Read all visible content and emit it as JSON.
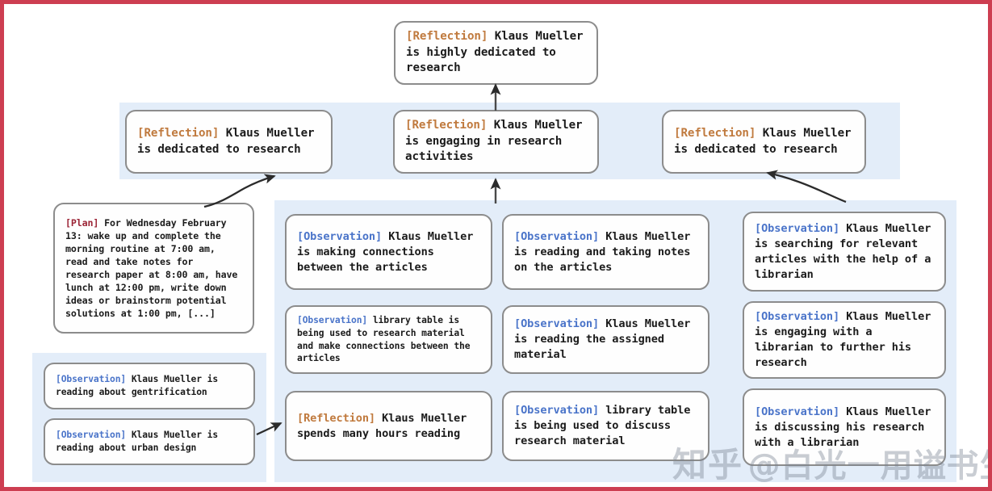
{
  "frame": {
    "border_color": "#cd3e51",
    "band_color": "#e3edf9",
    "node_border_color": "#8c8c8c",
    "node_fill_color": "#fefefe"
  },
  "tags": {
    "reflection": "[Reflection]",
    "observation": "[Observation]",
    "plan": "[Plan]",
    "reflection_color": "#c07a3e",
    "observation_color": "#4a74c9",
    "plan_color": "#9b2335"
  },
  "nodes": {
    "root_reflection": {
      "tag": "[Reflection]",
      "text": " Klaus Mueller is highly dedicated to research"
    },
    "reflection_left": {
      "tag": "[Reflection]",
      "text": " Klaus Mueller is dedicated to research"
    },
    "reflection_center": {
      "tag": "[Reflection]",
      "text": " Klaus Mueller is engaging in research activities"
    },
    "reflection_right": {
      "tag": "[Reflection]",
      "text": " Klaus Mueller is dedicated to research"
    },
    "plan_box": {
      "tag": "[Plan]",
      "text": " For Wednesday February 13: wake up and complete the morning routine at 7:00 am, read and take notes for research paper at 8:00 am, have lunch at 12:00 pm, write down ideas or brainstorm potential solutions at 1:00 pm, [...]"
    },
    "obs_bottomleft_1": {
      "tag": "[Observation]",
      "text": " Klaus Mueller is reading about gentrification"
    },
    "obs_bottomleft_2": {
      "tag": "[Observation]",
      "text": " Klaus Mueller is reading about urban design"
    },
    "col1_obs_1": {
      "tag": "[Observation]",
      "text": " Klaus Mueller is making connections between the articles"
    },
    "col1_obs_2": {
      "tag": "[Observation]",
      "text": " library table is being used to research material and make connections between the articles"
    },
    "col1_reflection": {
      "tag": "[Reflection]",
      "text": " Klaus Mueller spends many hours reading"
    },
    "col2_obs_1": {
      "tag": "[Observation]",
      "text": " Klaus Mueller is reading and taking notes on the articles"
    },
    "col2_obs_2": {
      "tag": "[Observation]",
      "text": " Klaus Mueller is reading the assigned material"
    },
    "col2_obs_3": {
      "tag": "[Observation]",
      "text": " library table is being used to discuss research material"
    },
    "col3_obs_1": {
      "tag": "[Observation]",
      "text": " Klaus Mueller is searching for relevant articles with the help of a librarian"
    },
    "col3_obs_2": {
      "tag": "[Observation]",
      "text": " Klaus Mueller is engaging with a librarian to further his research"
    },
    "col3_obs_3": {
      "tag": "[Observation]",
      "text": " Klaus Mueller is discussing his research with a librarian"
    }
  },
  "watermark": {
    "site": "知乎",
    "handle": "@白光一用谥书生"
  }
}
